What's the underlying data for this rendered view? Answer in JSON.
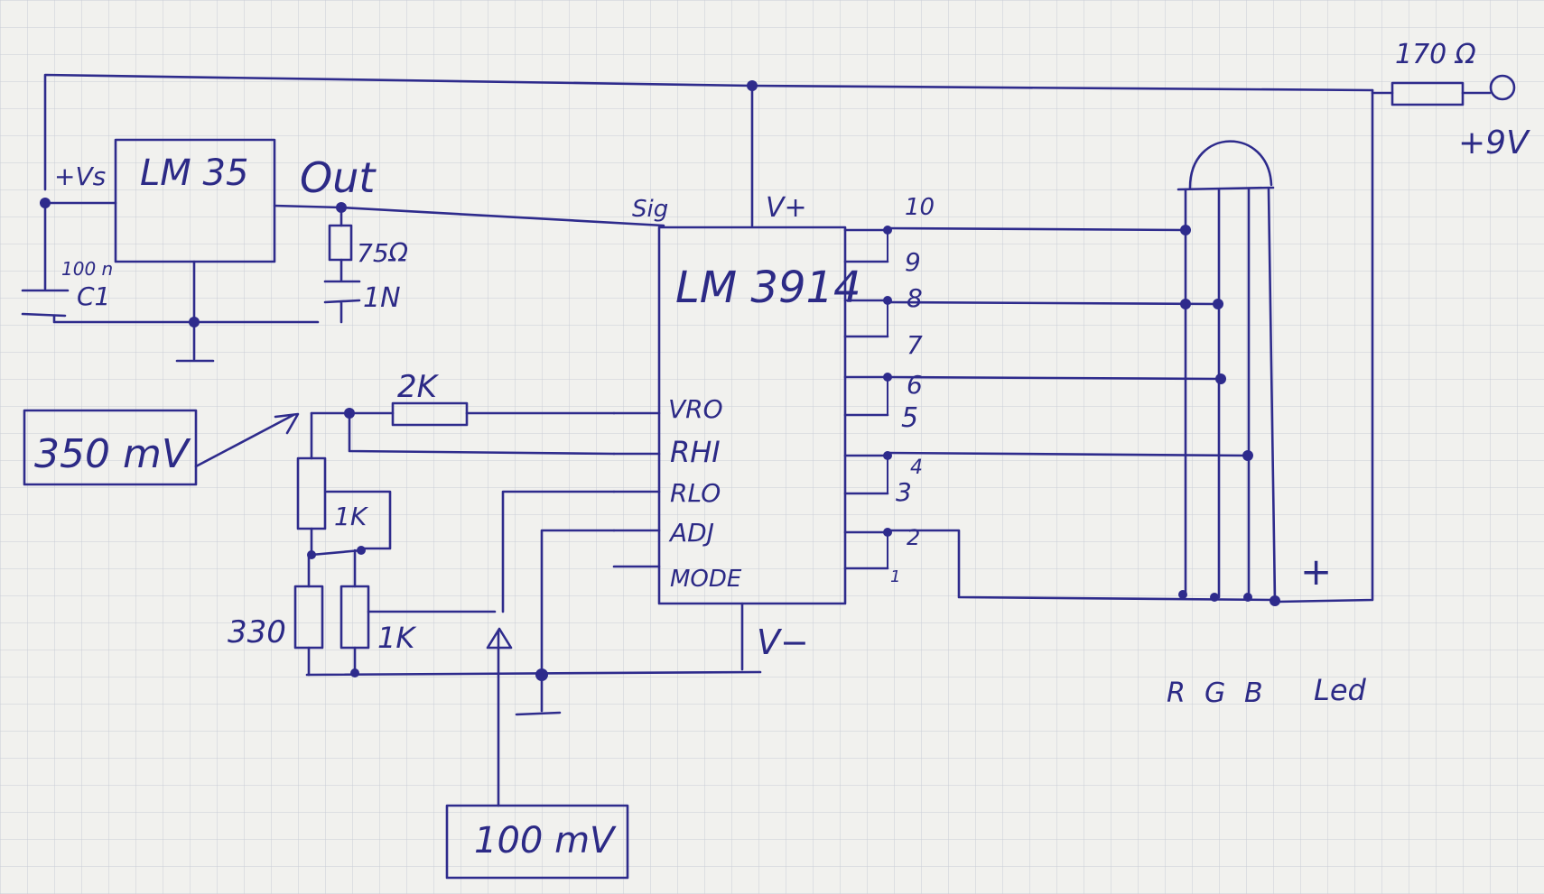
{
  "colors": {
    "ink": "#2e2b8c",
    "paper": "#f1f1ee",
    "grid": "#c9cdd6"
  },
  "labels": {
    "lm35": "LM 35",
    "vs": "+Vs",
    "out": "Out",
    "r75": "75Ω",
    "c1_value": "100 n",
    "c1_name": "C1",
    "cap1n": "1N",
    "lm3914": "LM 3914",
    "sig": "Sig",
    "vplus": "V+",
    "vminus": "V−",
    "vro": "VRO",
    "rhi": "RHI",
    "rlo": "RLO",
    "adj": "ADJ",
    "mode": "MODE",
    "r2k": "2K",
    "pot1": "1K",
    "pot2": "1K",
    "r330": "330",
    "meter350": "350 mV",
    "meter100": "100 mV",
    "r170": "170 Ω",
    "supply": "+9V",
    "plus": "+",
    "rgb_r": "R",
    "rgb_g": "G",
    "rgb_b": "B",
    "led": "Led",
    "pins": [
      "10",
      "9",
      "8",
      "7",
      "6",
      "5",
      "4",
      "3",
      "2",
      "1"
    ]
  }
}
